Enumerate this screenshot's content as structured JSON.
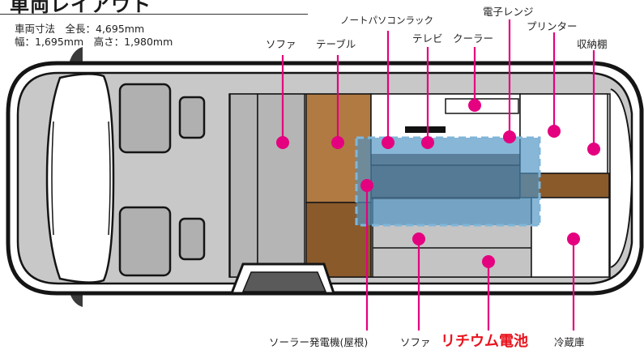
{
  "title": "車両レイアウト",
  "dimensions": {
    "line1": "車両寸法　全長：4,695mm",
    "line2": "幅：1,695mm　高さ：1,980mm"
  },
  "labels": {
    "sofa_top": "ソファ",
    "table": "テーブル",
    "laptop_rack": "ノートパソコンラック",
    "tv": "テレビ",
    "cooler": "クーラー",
    "microwave": "電子レンジ",
    "printer": "プリンター",
    "storage_shelf": "収納棚",
    "solar_generator": "ソーラー発電機(屋根)",
    "sofa_bottom": "ソファ",
    "lithium_battery": "リチウム電池",
    "refrigerator": "冷蔵庫"
  },
  "colors": {
    "marker": "#e4007f",
    "battery_text": "#e8141e",
    "wood_light": "#b07a42",
    "wood_dark": "#8a5a2b",
    "battery_zone": "#4f93c4",
    "body_gray": "#c7c7c7",
    "seat_gray": "#b3b3b3"
  }
}
